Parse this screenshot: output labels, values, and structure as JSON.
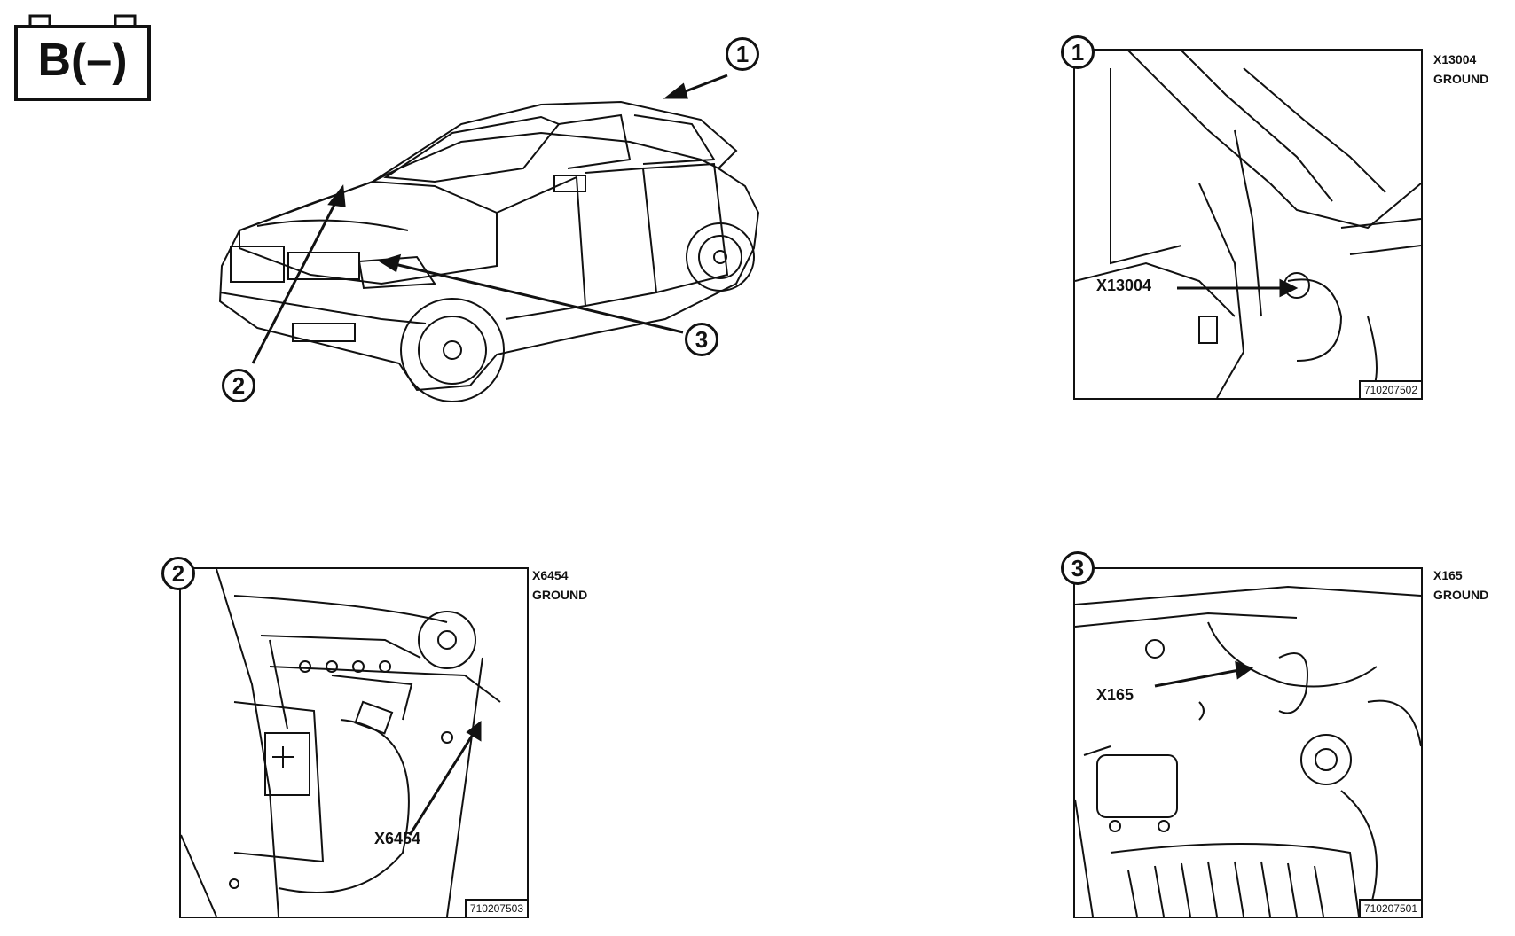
{
  "badge": {
    "text": "B(–)"
  },
  "overview": {
    "markers": [
      "1",
      "2",
      "3"
    ]
  },
  "panels": [
    {
      "number": "1",
      "connector": "X13004",
      "label": "GROUND",
      "callout": "X13004",
      "ref": "710207502"
    },
    {
      "number": "2",
      "connector": "X6454",
      "label": "GROUND",
      "callout": "X6454",
      "ref": "710207503"
    },
    {
      "number": "3",
      "connector": "X165",
      "label": "GROUND",
      "callout": "X165",
      "ref": "710207501"
    }
  ]
}
